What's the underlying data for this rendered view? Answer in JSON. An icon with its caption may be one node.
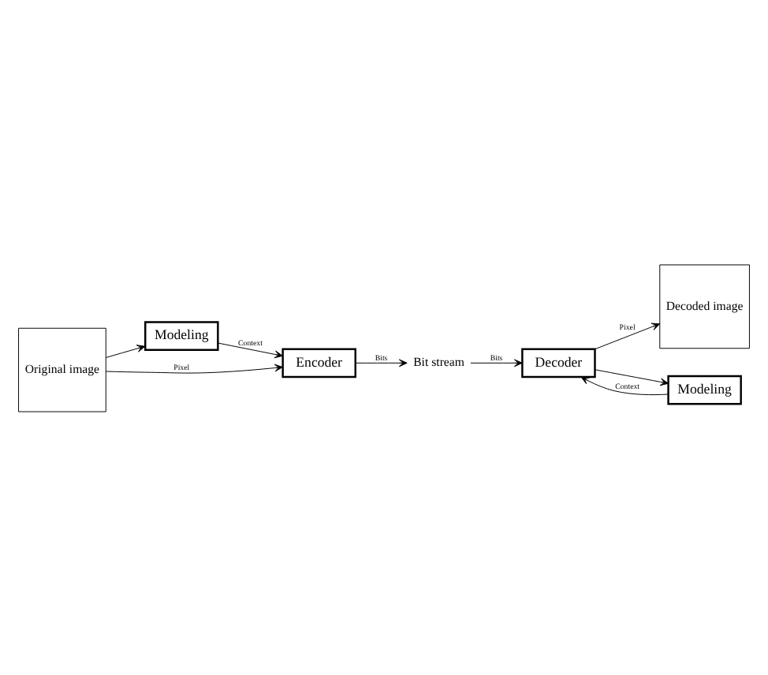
{
  "diagram": {
    "nodes": [
      {
        "text": [
          "Original image"
        ]
      },
      {
        "text": [
          "Modeling"
        ]
      },
      {
        "text": [
          "Encoder"
        ]
      },
      {
        "text": [
          "Bit stream"
        ]
      },
      {
        "text": [
          "Decoded image"
        ]
      },
      {
        "text": [
          "Decoder"
        ]
      },
      {
        "text": [
          "Modeling"
        ]
      }
    ],
    "edges": [
      {
        "from": 0,
        "to": 1,
        "arrow": "to"
      },
      {
        "from": 0,
        "to": 2,
        "arrow": "to",
        "label": "Pixel"
      },
      {
        "from": 1,
        "to": 2,
        "arrow": "to",
        "label": "Context"
      },
      {
        "from": 2,
        "to": 3,
        "arrow": "to",
        "label": "Bits"
      },
      {
        "from": 3,
        "to": 5,
        "arrow": "to",
        "label": "Bits"
      },
      {
        "from": 5,
        "to": 4,
        "arrow": "to",
        "label": "Pixel"
      },
      {
        "from": 5,
        "to": 6,
        "arrow": "to"
      },
      {
        "from": 6,
        "to": 5,
        "arrow": "to",
        "label": "Context"
      }
    ]
  }
}
